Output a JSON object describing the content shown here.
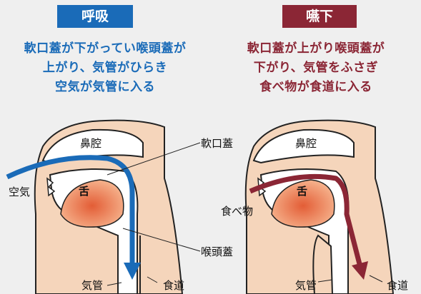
{
  "left": {
    "title": "呼吸",
    "description": [
      "軟口蓋が下がってい喉頭蓋が",
      "上がり、気管がひらき",
      "空気が気管に入る"
    ],
    "labels": {
      "nasal": "鼻腔",
      "tongue": "舌",
      "air": "空気",
      "trachea": "気管",
      "esophagus": "食道"
    }
  },
  "right": {
    "title": "嚥下",
    "description": [
      "軟口蓋が上がり喉頭蓋が",
      "下がり、気管をふさぎ",
      "食べ物が食道に入る"
    ],
    "labels": {
      "nasal": "鼻腔",
      "tongue": "舌",
      "food": "食べ物",
      "trachea": "気管",
      "esophagus": "食道"
    }
  },
  "center_labels": {
    "soft_palate": "軟口蓋",
    "epiglottis": "喉頭蓋"
  },
  "colors": {
    "breathing": "#1a6bb8",
    "swallowing": "#8b2635",
    "skin": "#f5d5bb",
    "outline": "#222222",
    "tongue": "#e8714a"
  }
}
